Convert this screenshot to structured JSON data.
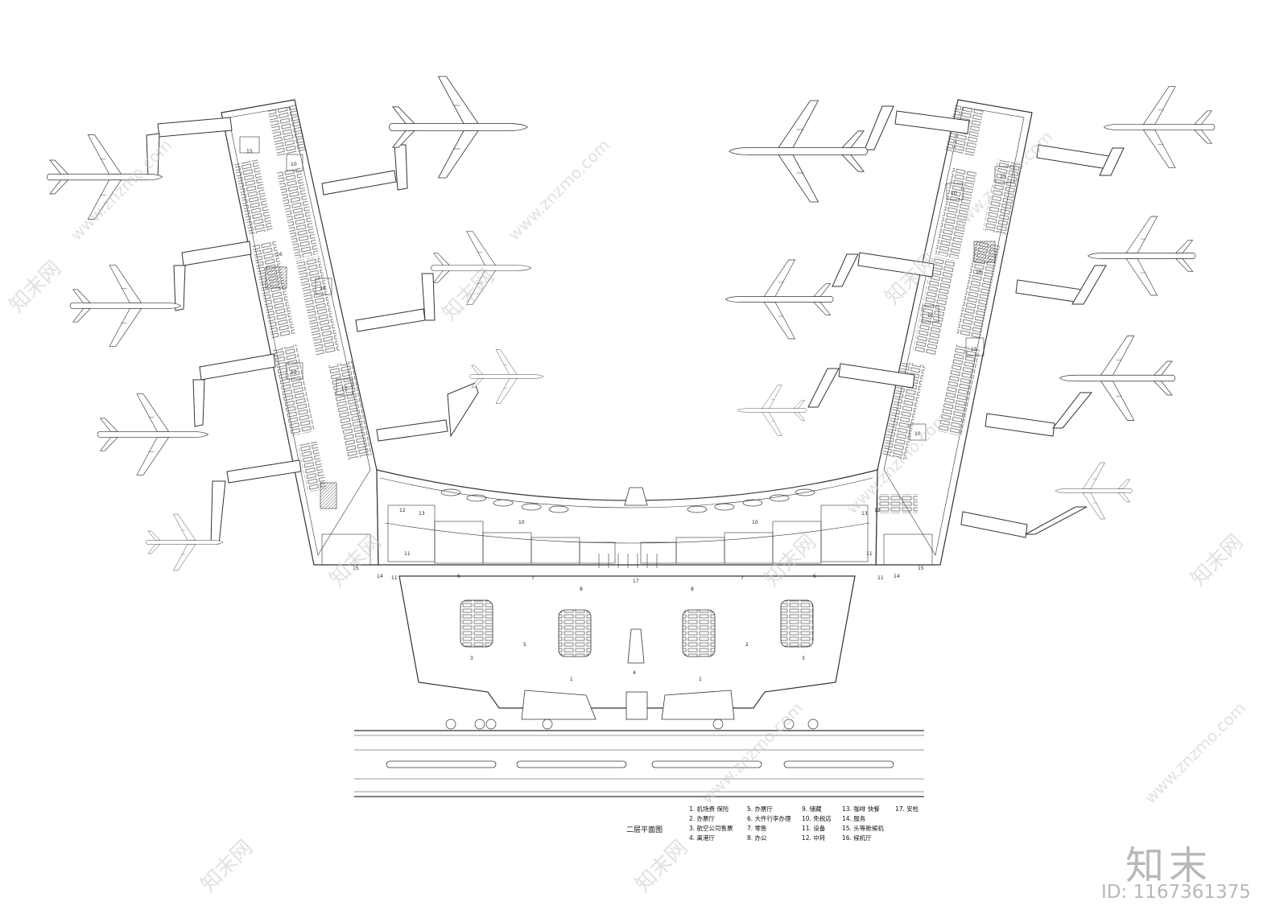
{
  "plan": {
    "title": "二层平面图",
    "area_numbers": {
      "n1": "1",
      "n2": "2",
      "n3": "3",
      "n4": "4",
      "n5": "5",
      "n6": "6",
      "n7": "7",
      "n8": "8",
      "n10": "10",
      "n11": "11",
      "n12": "12",
      "n13": "13",
      "n14": "14",
      "n15": "15",
      "n16": "16",
      "n17": "17"
    },
    "legend": [
      [
        "1. 机场费  保险",
        "2. 办票厅",
        "3. 航空公司售票",
        "4. 离港厅"
      ],
      [
        "5. 办票厅",
        "6. 大件行李办理",
        "7. 零售",
        "8. 办公"
      ],
      [
        "9. 储藏",
        "10. 免税店",
        "11. 设备",
        "12. 中转"
      ],
      [
        "13. 咖啡  快餐",
        "14. 服务",
        "15. 头等舱候机",
        "16. 候机厅"
      ],
      [
        "17. 安检"
      ]
    ]
  },
  "watermark": {
    "brand": "知末",
    "id_text": "ID: 1167361375",
    "site": "www.znzmo.com",
    "stamp": "知末网"
  },
  "colors": {
    "line": "#333333",
    "jetway": "#555555",
    "watermark": "#c8c8c8",
    "fill": "#ffffff"
  },
  "icons": [
    "airplane-icon",
    "jet-bridge-icon",
    "seating-row-icon",
    "column-grid"
  ]
}
